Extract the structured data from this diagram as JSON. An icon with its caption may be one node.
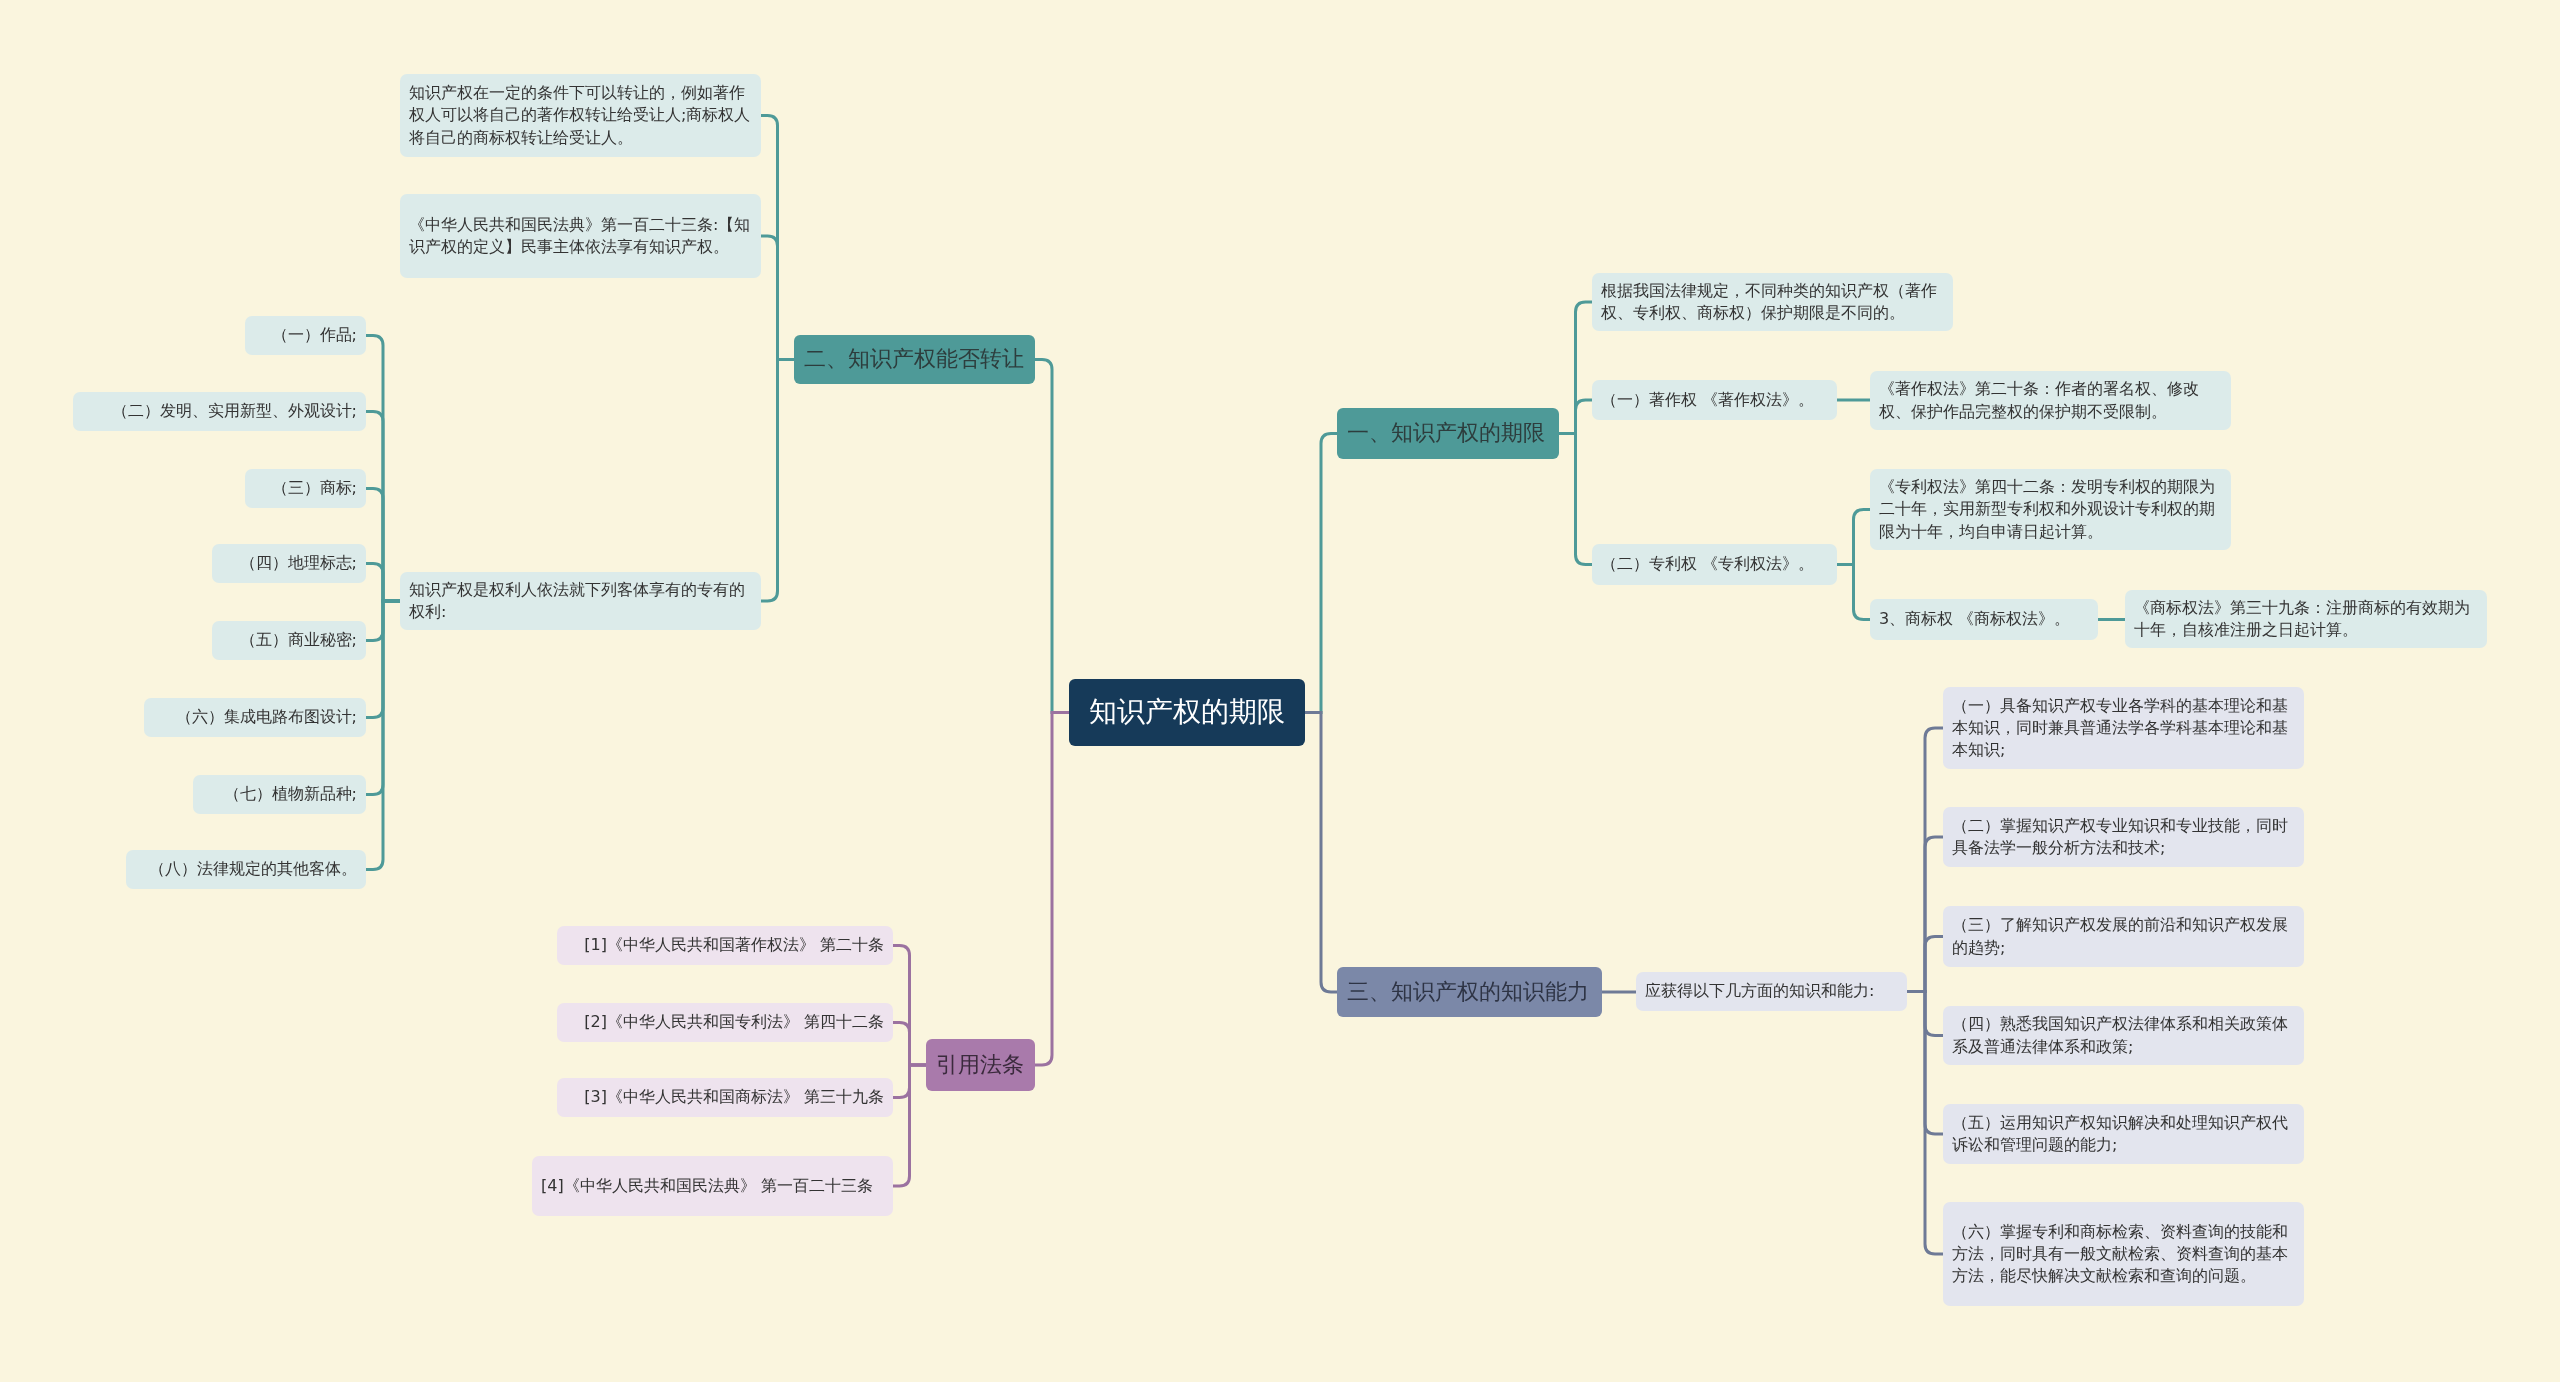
{
  "diagram": {
    "nodes": [
      {
        "text": [
          "知识产权的期限"
        ]
      },
      {
        "text": [
          "一、知识产权的期限"
        ]
      },
      {
        "text": [
          "根据我国法律规定，不同种类的知识产权（著作权、专利权、商标权）保护期限是不同的。"
        ]
      },
      {
        "text": [
          "（一）著作权 《著作权法》。"
        ]
      },
      {
        "text": [
          "《著作权法》第二十条：作者的署名权、修改权、保护作品完整权的保护期不受限制。"
        ]
      },
      {
        "text": [
          "（二）专利权 《专利权法》。"
        ]
      },
      {
        "text": [
          "《专利权法》第四十二条：发明专利权的期限为二十年，实用新型专利权和外观设计专利权的期限为十年，均自申请日起计算。"
        ]
      },
      {
        "text": [
          "3、商标权 《商标权法》。"
        ]
      },
      {
        "text": [
          "《商标权法》第三十九条：注册商标的有效期为十年，自核准注册之日起计算。"
        ]
      },
      {
        "text": [
          "二、知识产权能否转让"
        ]
      },
      {
        "text": [
          "知识产权在一定的条件下可以转让的，例如著作权人可以将自己的著作权转让给受让人;商标权人将自己的商标权转让给受让人。"
        ]
      },
      {
        "text": [
          "《中华人民共和国民法典》第一百二十三条:【知识产权的定义】民事主体依法享有知识产权。"
        ]
      },
      {
        "text": [
          "知识产权是权利人依法就下列客体享有的专有的权利:"
        ]
      },
      {
        "text": [
          "（一）作品;"
        ]
      },
      {
        "text": [
          "（二）发明、实用新型、外观设计;"
        ]
      },
      {
        "text": [
          "（三）商标;"
        ]
      },
      {
        "text": [
          "（四）地理标志;"
        ]
      },
      {
        "text": [
          "（五）商业秘密;"
        ]
      },
      {
        "text": [
          "（六）集成电路布图设计;"
        ]
      },
      {
        "text": [
          "（七）植物新品种;"
        ]
      },
      {
        "text": [
          "（八）法律规定的其他客体。"
        ]
      },
      {
        "text": [
          "引用法条"
        ]
      },
      {
        "text": [
          "[1]《中华人民共和国著作权法》 第二十条"
        ]
      },
      {
        "text": [
          "[2]《中华人民共和国专利法》 第四十二条"
        ]
      },
      {
        "text": [
          "[3]《中华人民共和国商标法》 第三十九条"
        ]
      },
      {
        "text": [
          "[4]《中华人民共和国民法典》 第一百二十三条"
        ]
      },
      {
        "text": [
          "三、知识产权的知识能力"
        ]
      },
      {
        "text": [
          "应获得以下几方面的知识和能力:"
        ]
      },
      {
        "text": [
          "（一）具备知识产权专业各学科的基本理论和基本知识，同时兼具普通法学各学科基本理论和基本知识;"
        ]
      },
      {
        "text": [
          "（二）掌握知识产权专业知识和专业技能，同时具备法学一般分析方法和技术;"
        ]
      },
      {
        "text": [
          "（三）了解知识产权发展的前沿和知识产权发展的趋势;"
        ]
      },
      {
        "text": [
          "（四）熟悉我国知识产权法律体系和相关政策体系及普通法律体系和政策;"
        ]
      },
      {
        "text": [
          "（五）运用知识产权知识解决和处理知识产权代诉讼和管理问题的能力;"
        ]
      },
      {
        "text": [
          "（六）掌握专利和商标检索、资料查询的技能和方法，同时具有一般文献检索、资料查询的基本方法，能尽快解决文献检索和查询的问题。"
        ]
      }
    ],
    "edges": [
      {
        "from": 0,
        "to": 1,
        "arrow": "none"
      },
      {
        "from": 1,
        "to": 2,
        "arrow": "none"
      },
      {
        "from": 1,
        "to": 3,
        "arrow": "none"
      },
      {
        "from": 3,
        "to": 4,
        "arrow": "none"
      },
      {
        "from": 1,
        "to": 5,
        "arrow": "none"
      },
      {
        "from": 5,
        "to": 6,
        "arrow": "none"
      },
      {
        "from": 5,
        "to": 7,
        "arrow": "none"
      },
      {
        "from": 7,
        "to": 8,
        "arrow": "none"
      },
      {
        "from": 0,
        "to": 9,
        "arrow": "none"
      },
      {
        "from": 9,
        "to": 10,
        "arrow": "none"
      },
      {
        "from": 9,
        "to": 11,
        "arrow": "none"
      },
      {
        "from": 9,
        "to": 12,
        "arrow": "none"
      },
      {
        "from": 12,
        "to": 13,
        "arrow": "none"
      },
      {
        "from": 12,
        "to": 14,
        "arrow": "none"
      },
      {
        "from": 12,
        "to": 15,
        "arrow": "none"
      },
      {
        "from": 12,
        "to": 16,
        "arrow": "none"
      },
      {
        "from": 12,
        "to": 17,
        "arrow": "none"
      },
      {
        "from": 12,
        "to": 18,
        "arrow": "none"
      },
      {
        "from": 12,
        "to": 19,
        "arrow": "none"
      },
      {
        "from": 12,
        "to": 20,
        "arrow": "none"
      },
      {
        "from": 0,
        "to": 21,
        "arrow": "none",
        "color": "#9b72a0"
      },
      {
        "from": 21,
        "to": 22,
        "arrow": "none",
        "color": "#9b72a0"
      },
      {
        "from": 21,
        "to": 23,
        "arrow": "none",
        "color": "#9b72a0"
      },
      {
        "from": 21,
        "to": 24,
        "arrow": "none",
        "color": "#9b72a0"
      },
      {
        "from": 21,
        "to": 25,
        "arrow": "none",
        "color": "#9b72a0"
      },
      {
        "from": 0,
        "to": 26,
        "arrow": "none",
        "color": "#6e7a96"
      },
      {
        "from": 26,
        "to": 27,
        "arrow": "none",
        "color": "#6e7a96"
      },
      {
        "from": 27,
        "to": 28,
        "arrow": "none",
        "color": "#6e7a96"
      },
      {
        "from": 27,
        "to": 29,
        "arrow": "none",
        "color": "#6e7a96"
      },
      {
        "from": 27,
        "to": 30,
        "arrow": "none",
        "color": "#6e7a96"
      },
      {
        "from": 27,
        "to": 31,
        "arrow": "none",
        "color": "#6e7a96"
      },
      {
        "from": 27,
        "to": 32,
        "arrow": "none",
        "color": "#6e7a96"
      },
      {
        "from": 27,
        "to": 33,
        "arrow": "none",
        "color": "#6e7a96"
      }
    ]
  }
}
